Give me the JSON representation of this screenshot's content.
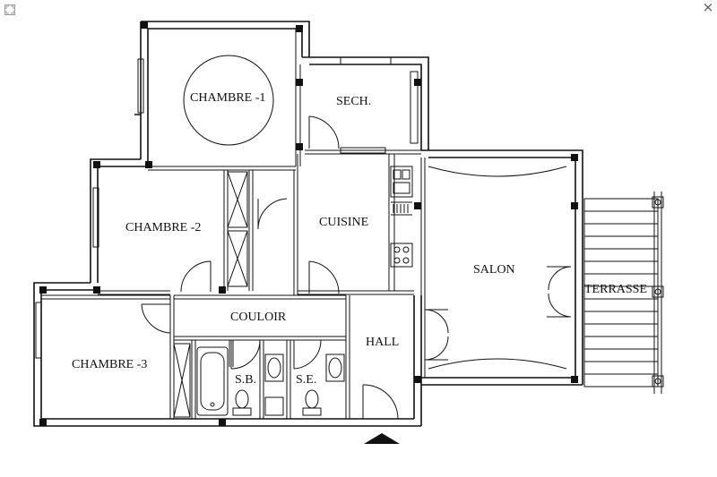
{
  "viewer": {
    "expand_icon": "expand-icon",
    "close_icon": "close-icon",
    "close_glyph": "×"
  },
  "plan": {
    "rooms": {
      "chambre1": "CHAMBRE -1",
      "sech": "SECH.",
      "chambre2": "CHAMBRE -2",
      "cuisine": "CUISINE",
      "salon": "SALON",
      "terrasse": "TERRASSE",
      "couloir": "COULOIR",
      "hall": "HALL",
      "chambre3": "CHAMBRE -3",
      "sb": "S.B.",
      "se": "S.E."
    },
    "colors": {
      "line": "#111111",
      "background": "#ffffff"
    }
  }
}
